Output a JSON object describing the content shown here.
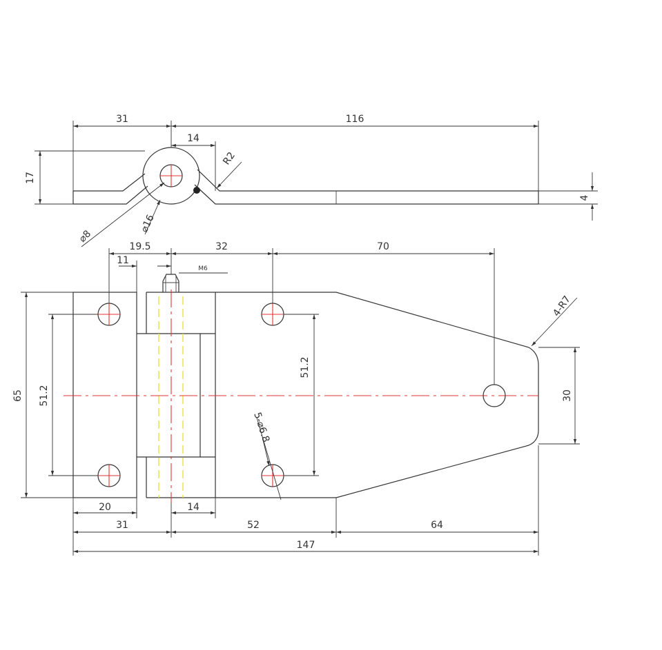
{
  "labels": {
    "top_31": "31",
    "top_116": "116",
    "top_14": "14",
    "r2": "R2",
    "dim_17": "17",
    "dim_4": "4",
    "dia_8": "⌀8",
    "dia_16": "⌀16",
    "dim_19_5": "19.5",
    "dim_32": "32",
    "dim_70": "70",
    "dim_11": "11",
    "m6": "M6",
    "r7": "4-R7",
    "dim_65": "65",
    "left_51_2": "51.2",
    "right_51_2": "51.2",
    "dim_30": "30",
    "holes": "5-⌀6.8",
    "dim_20": "20",
    "dim_14b": "14",
    "bot_31": "31",
    "bot_52": "52",
    "bot_64": "64",
    "bot_147": "147"
  }
}
